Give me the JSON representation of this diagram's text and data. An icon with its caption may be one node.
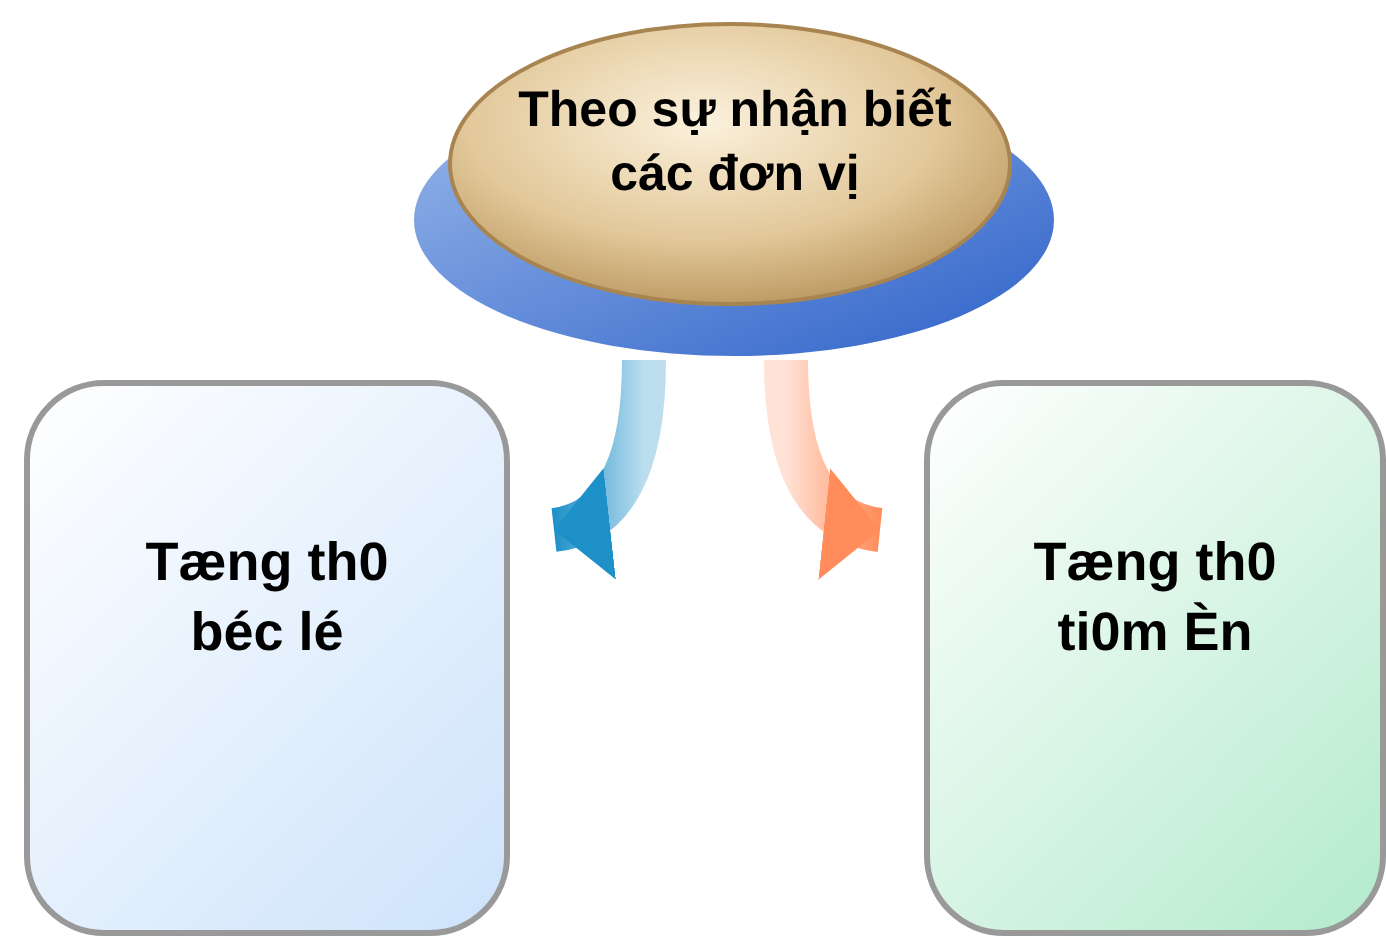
{
  "diagram": {
    "nodes": [
      {
        "text": [
          "Theo sự nhận biết các đơn vị"
        ]
      },
      {
        "text": [
          "Tæng th0 béc lé"
        ]
      },
      {
        "text": [
          "Tæng th0 ti0m Èn"
        ]
      }
    ],
    "edges": [
      {
        "from": 0,
        "to": 1,
        "arrow": "to",
        "style": "thick",
        "color": "#1e90c8"
      },
      {
        "from": 0,
        "to": 2,
        "arrow": "to",
        "style": "thick",
        "color": "#ff8c5a"
      }
    ]
  }
}
